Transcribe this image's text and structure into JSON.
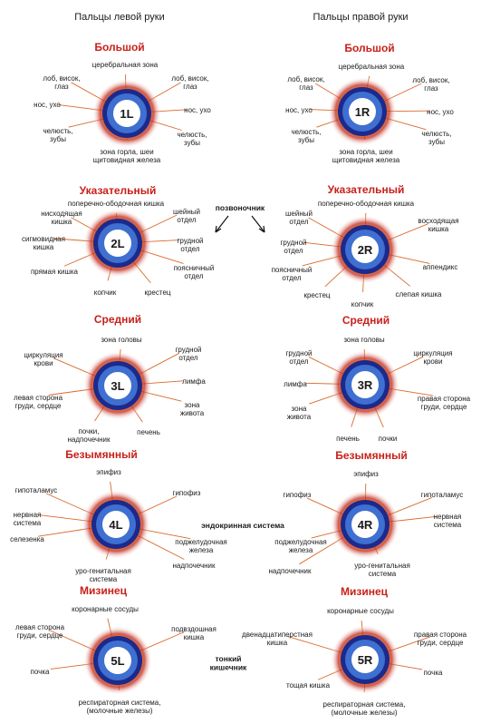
{
  "headers": {
    "left": "Пальцы левой руки",
    "right": "Пальцы правой руки"
  },
  "notes": {
    "spine": "позвоночник",
    "endocrine": "эндокринная система",
    "small_intestine": "тонкий\nкишечник"
  },
  "colors": {
    "title": "#c8201a",
    "ring_outer": "#1b2a8c",
    "ring_inner": "#3f6fd0",
    "glow": "#ff8a00",
    "rays": "#d96a2a"
  },
  "fingers": [
    {
      "id": "1L",
      "title": "Большой",
      "labels": [
        "церебральная зона",
        "лоб, висок,\nглаз",
        "лоб, висок,\nглаз",
        "нос, ухо",
        "нос, ухо",
        "челюсть,\nзубы",
        "челюсть,\nзубы",
        "зона горла, шеи\nщитовидная железа"
      ]
    },
    {
      "id": "1R",
      "title": "Большой",
      "labels": [
        "церебральная зона",
        "лоб, висок,\nглаз",
        "лоб, висок,\nглаз",
        "нос, ухо",
        "нос, ухо",
        "челюсть,\nзубы",
        "челюсть,\nзубы",
        "зона горла, шеи\nщитовидная железа"
      ]
    },
    {
      "id": "2L",
      "title": "Указательный",
      "labels": [
        "поперечно-ободочная кишка",
        "нисходящая\nкишка",
        "шейный\nотдел",
        "сигмовидная\nкишка",
        "грудной\nотдел",
        "поясничный\nотдел",
        "прямая кишка",
        "копчик",
        "крестец"
      ]
    },
    {
      "id": "2R",
      "title": "Указательный",
      "labels": [
        "поперечно-ободочная кишка",
        "шейный\nотдел",
        "восходящая\nкишка",
        "грудной\nотдел",
        "аппендикс",
        "поясничный\nотдел",
        "крестец",
        "копчик",
        "слепая кишка"
      ]
    },
    {
      "id": "3L",
      "title": "Средний",
      "labels": [
        "зона головы",
        "циркуляция\nкрови",
        "грудной\nотдел",
        "лимфа",
        "левая сторона\nгруди, сердце",
        "зона\nживота",
        "почки,\nнадпочечник",
        "печень"
      ]
    },
    {
      "id": "3R",
      "title": "Средний",
      "labels": [
        "зона головы",
        "грудной\nотдел",
        "циркуляция\nкрови",
        "лимфа",
        "правая сторона\nгруди, сердце",
        "зона\nживота",
        "печень",
        "почки"
      ]
    },
    {
      "id": "4L",
      "title": "Безымянный",
      "labels": [
        "эпифиз",
        "гипоталамус",
        "гипофиз",
        "нервная\nсистема",
        "селезенка",
        "поджелудочная\nжелеза",
        "надпочечник",
        "уро-генитальная\nсистема"
      ]
    },
    {
      "id": "4R",
      "title": "Безымянный",
      "labels": [
        "эпифиз",
        "гипофиз",
        "гипоталамус",
        "нервная\nсистема",
        "поджелудочная\nжелеза",
        "надпочечник",
        "уро-генитальная\nсистема"
      ]
    },
    {
      "id": "5L",
      "title": "Мизинец",
      "labels": [
        "коронарные сосуды",
        "левая сторона\nгруди, сердце",
        "подвздошная\nкишка",
        "почка",
        "респираторная система,\n(молочные железы)"
      ]
    },
    {
      "id": "5R",
      "title": "Мизинец",
      "labels": [
        "коронарные сосуды",
        "двенадцатиперстная\nкишка",
        "правая сторона\nгруди, сердце",
        "почка",
        "тощая кишка",
        "респираторная система,\n(молочные железы)"
      ]
    }
  ]
}
